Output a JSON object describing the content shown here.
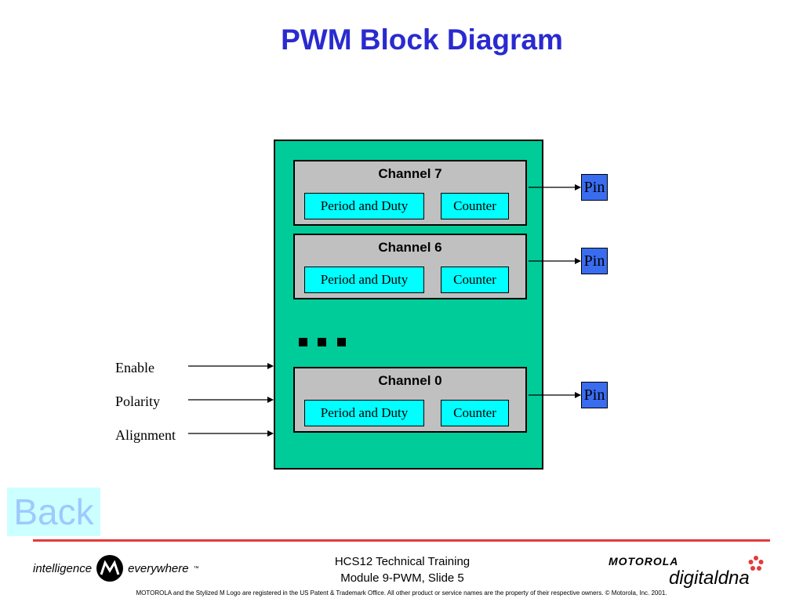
{
  "title": "PWM Block Diagram",
  "channels": [
    {
      "label": "Channel 7",
      "period_label": "Period and Duty",
      "counter_label": "Counter",
      "pin_label": "Pin"
    },
    {
      "label": "Channel 6",
      "period_label": "Period and Duty",
      "counter_label": "Counter",
      "pin_label": "Pin"
    },
    {
      "label": "Channel 0",
      "period_label": "Period and Duty",
      "counter_label": "Counter",
      "pin_label": "Pin"
    }
  ],
  "inputs": [
    "Enable",
    "Polarity",
    "Alignment"
  ],
  "back_button": "Back",
  "footer": {
    "line1": "HCS12 Technical Training",
    "line2": "Module 9-PWM, Slide 5",
    "brand_left_1": "intelligence",
    "brand_left_2": "everywhere",
    "tm": "™",
    "brand_right_1": "MOTOROLA",
    "brand_right_2": "digitaldna",
    "legal": "MOTOROLA and the Stylized M Logo are registered in the US Patent & Trademark Office. All other  product or service names are the property of their respective owners.  © Motorola, Inc. 2001."
  },
  "colors": {
    "title": "#2a2ad0",
    "block": "#00cc99",
    "channel": "#c0c0c0",
    "cell": "#00ffff",
    "pin": "#3a6cf0",
    "rule": "#e43a3a"
  }
}
